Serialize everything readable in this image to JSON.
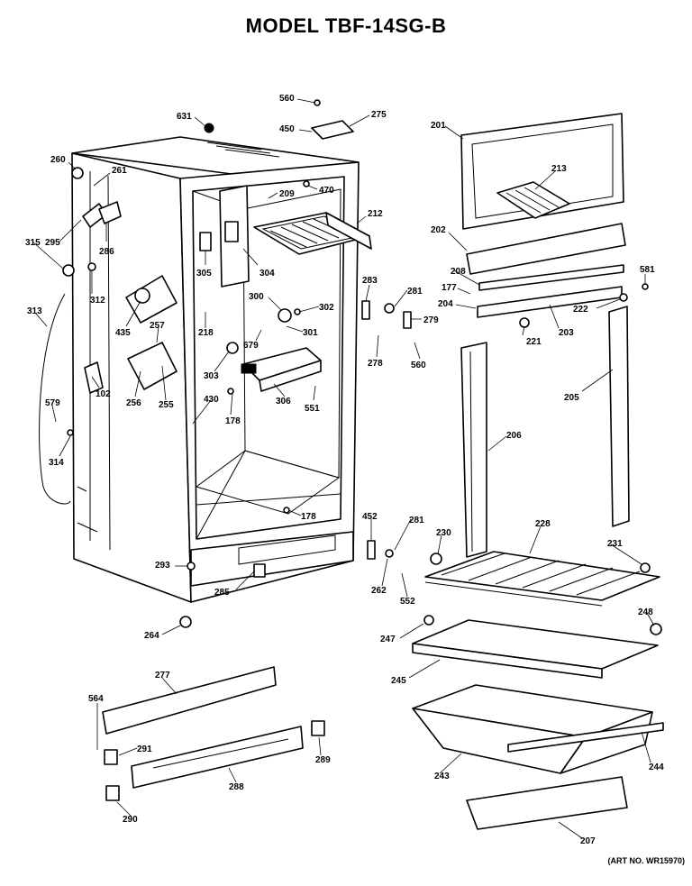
{
  "title": "MODEL TBF-14SG-B",
  "art_no": "(ART NO. WR15970)",
  "labels": [
    "560",
    "631",
    "450",
    "275",
    "201",
    "260",
    "261",
    "209",
    "470",
    "213",
    "212",
    "202",
    "295",
    "286",
    "315",
    "305",
    "304",
    "208",
    "177",
    "581",
    "283",
    "281",
    "312",
    "204",
    "222",
    "300",
    "302",
    "279",
    "313",
    "435",
    "257",
    "218",
    "301",
    "203",
    "221",
    "679",
    "278",
    "560",
    "303",
    "306",
    "102",
    "256",
    "255",
    "205",
    "551",
    "430",
    "178",
    "579",
    "206",
    "314",
    "178",
    "452",
    "281",
    "230",
    "228",
    "231",
    "293",
    "262",
    "552",
    "285",
    "248",
    "247",
    "264",
    "245",
    "277",
    "244",
    "564",
    "291",
    "289",
    "243",
    "288",
    "290",
    "207"
  ]
}
